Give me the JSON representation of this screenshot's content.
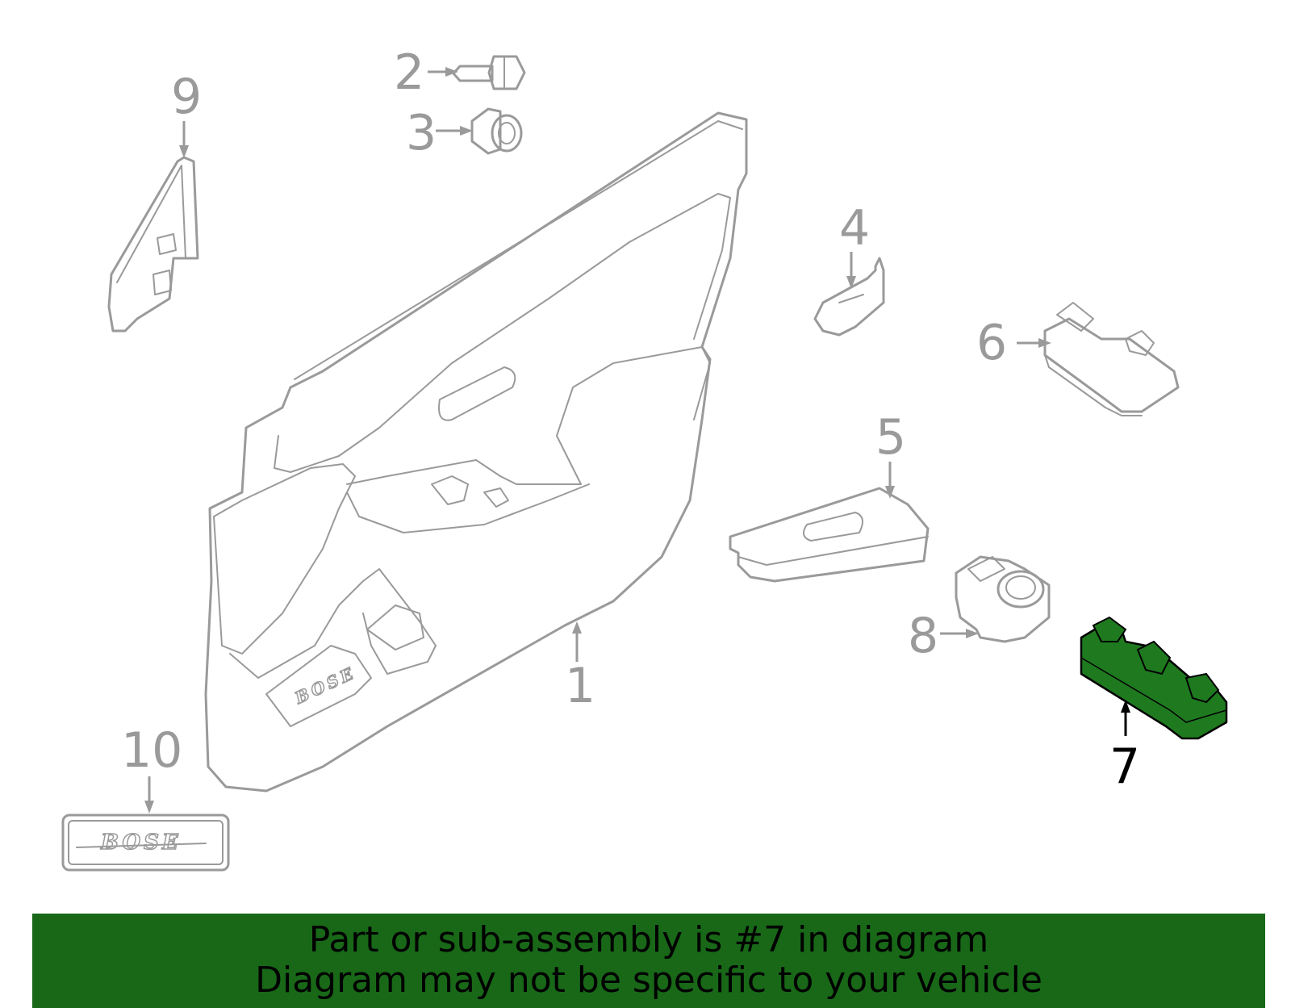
{
  "diagram": {
    "callouts": [
      "1",
      "2",
      "3",
      "4",
      "5",
      "6",
      "7",
      "8",
      "9",
      "10"
    ],
    "highlighted_part": "7",
    "badge_text": "BOSE",
    "colors": {
      "line": "#9a9a9a",
      "highlight_fill": "#1f7a1f",
      "banner": "#186818"
    }
  },
  "banner": {
    "line1": "Part or sub-assembly is #7 in diagram",
    "line2": "Diagram may not be specific to your vehicle"
  }
}
